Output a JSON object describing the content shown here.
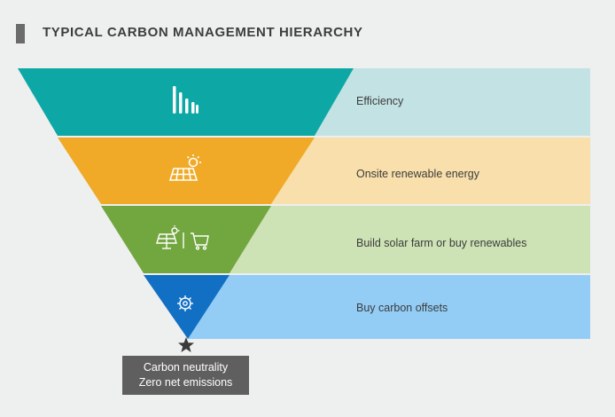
{
  "title": "TYPICAL CARBON MANAGEMENT HIERARCHY",
  "levels": [
    {
      "label": "Efficiency",
      "icon": "efficiency-bars-icon",
      "color": "#0da8a5",
      "band_color": "#c3e2e4"
    },
    {
      "label": "Onsite renewable energy",
      "icon": "solar-panel-sun-icon",
      "color": "#f0aa27",
      "band_color": "#f8dfab"
    },
    {
      "label": "Build solar farm or buy renewables",
      "icon": "solar-farm-cart-icon",
      "color": "#72a63e",
      "band_color": "#cde2b5"
    },
    {
      "label": "Buy carbon offsets",
      "icon": "carbon-offset-icon",
      "color": "#1270c4",
      "band_color": "#93cdf6"
    }
  ],
  "result": {
    "line1": "Carbon neutrality",
    "line2": "Zero net emissions"
  }
}
